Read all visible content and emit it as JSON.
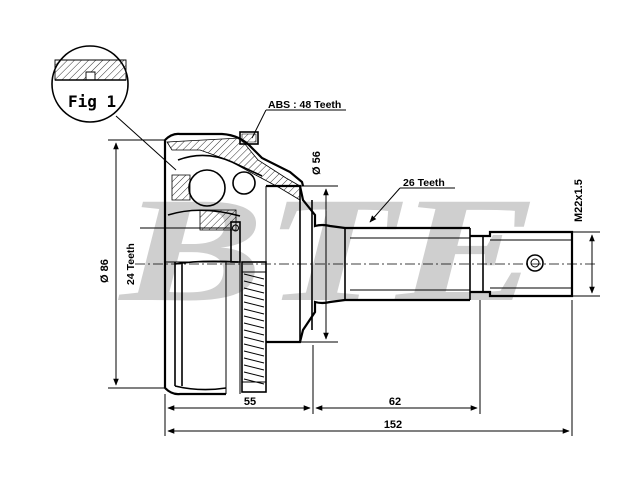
{
  "watermark": "BTE",
  "figure_label": "Fig 1",
  "labels": {
    "abs": "ABS : 48 Teeth",
    "spline_outer": "26 Teeth",
    "spline_inner": "24 Teeth",
    "thread": "M22x1.5"
  },
  "dimensions": {
    "outer_diameter": "Ø 86",
    "flange_diameter": "Ø 56",
    "length_a": "55",
    "length_b": "62",
    "overall_length": "152"
  },
  "colors": {
    "line": "#000000",
    "watermark": "#cfcfcf",
    "background": "#ffffff"
  }
}
